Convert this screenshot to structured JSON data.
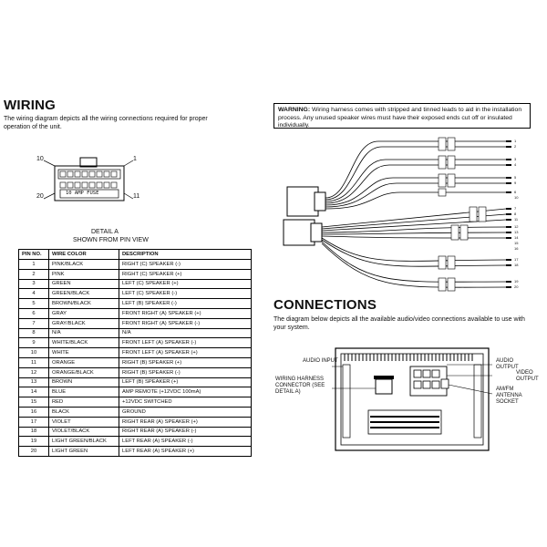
{
  "wiring": {
    "title": "WIRING",
    "description": "The wiring diagram depicts all the wiring connections required for proper operation of the unit.",
    "pin_left_top": "10",
    "pin_right_top": "1",
    "pin_left_bottom": "20",
    "pin_right_bottom": "11",
    "fuse_label": "10 AMP FUSE",
    "detail_caption_1": "DETAIL A",
    "detail_caption_2": "SHOWN FROM PIN VIEW"
  },
  "table": {
    "headers": [
      "PIN NO.",
      "WIRE COLOR",
      "DESCRIPTION"
    ],
    "rows": [
      [
        "1",
        "PINK/BLACK",
        "RIGHT (C) SPEAKER (-)"
      ],
      [
        "2",
        "PINK",
        "RIGHT (C) SPEAKER (+)"
      ],
      [
        "3",
        "GREEN",
        "LEFT (C) SPEAKER (+)"
      ],
      [
        "4",
        "GREEN/BLACK",
        "LEFT (C) SPEAKER (-)"
      ],
      [
        "5",
        "BROWN/BLACK",
        "LEFT (B) SPEAKER (-)"
      ],
      [
        "6",
        "GRAY",
        "FRONT RIGHT (A) SPEAKER (+)"
      ],
      [
        "7",
        "GRAY/BLACK",
        "FRONT RIGHT (A) SPEAKER (-)"
      ],
      [
        "8",
        "N/A",
        "N/A"
      ],
      [
        "9",
        "WHITE/BLACK",
        "FRONT LEFT (A) SPEAKER (-)"
      ],
      [
        "10",
        "WHITE",
        "FRONT LEFT (A) SPEAKER (+)"
      ],
      [
        "11",
        "ORANGE",
        "RIGHT (B) SPEAKER (+)"
      ],
      [
        "12",
        "ORANGE/BLACK",
        "RIGHT (B) SPEAKER (-)"
      ],
      [
        "13",
        "BROWN",
        "LEFT (B) SPEAKER (+)"
      ],
      [
        "14",
        "BLUE",
        "AMP REMOTE (+12VDC 100mA)"
      ],
      [
        "15",
        "RED",
        "+12VDC SWITCHED"
      ],
      [
        "16",
        "BLACK",
        "GROUND"
      ],
      [
        "17",
        "VIOLET",
        "RIGHT REAR (A) SPEAKER (+)"
      ],
      [
        "18",
        "VIOLET/BLACK",
        "RIGHT REAR (A) SPEAKER (-)"
      ],
      [
        "19",
        "LIGHT GREEN/BLACK",
        "LEFT REAR (A) SPEAKER (-)"
      ],
      [
        "20",
        "LIGHT GREEN",
        "LEFT REAR (A) SPEAKER (+)"
      ]
    ]
  },
  "warning": {
    "label": "WARNING:",
    "text": " Wiring harness comes with stripped and tinned leads to aid in the installation process. Any unused speaker wires must have their exposed ends cut off or insulated individually."
  },
  "harness": {
    "pin_numbers": [
      "1",
      "2",
      "3",
      "4",
      "5",
      "9",
      "6",
      "10",
      "7",
      "8",
      "11",
      "12",
      "13",
      "14",
      "15",
      "16",
      "17",
      "18",
      "19",
      "20"
    ]
  },
  "connections": {
    "title": "CONNECTIONS",
    "description": "The diagram below depicts all the available audio/video connections available to use with your system.",
    "audio_input": "AUDIO INPUT",
    "wiring_connector": "WIRING HARNESS CONNECTOR (SEE DETAIL A)",
    "audio_output": "AUDIO OUTPUT",
    "video_output": "VIDEO OUTPUT",
    "antenna_socket": "AM/FM ANTENNA SOCKET"
  }
}
